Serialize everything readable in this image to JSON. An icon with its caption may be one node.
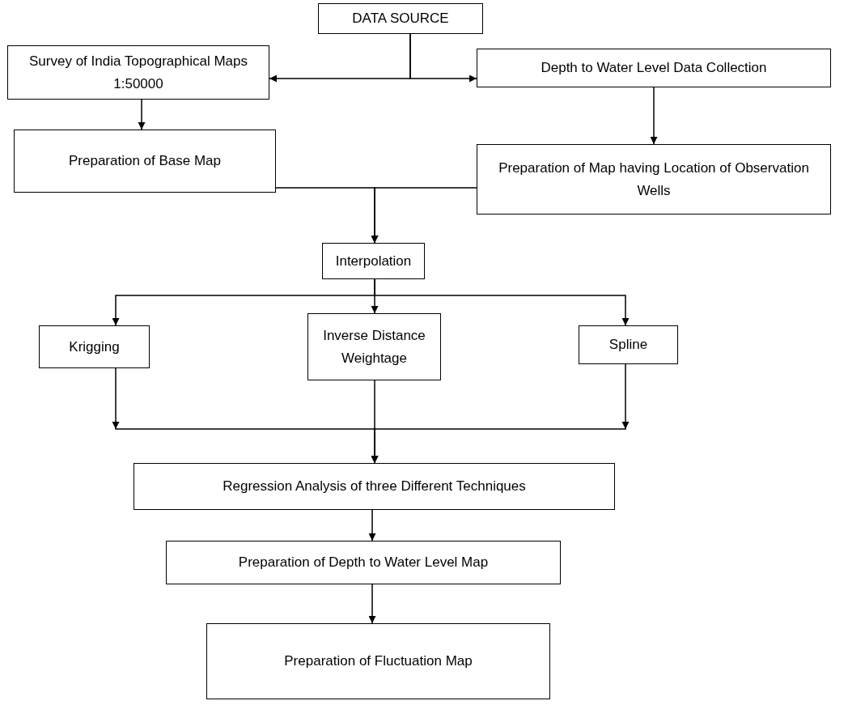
{
  "diagram": {
    "nodes": [
      {
        "text": [
          "DATA SOURCE"
        ]
      },
      {
        "text": [
          "Survey of India Topographical Maps 1:50000"
        ]
      },
      {
        "text": [
          "Depth to Water Level Data Collection"
        ]
      },
      {
        "text": [
          "Preparation of Base Map"
        ]
      },
      {
        "text": [
          "Preparation of Map having Location of Observation Wells"
        ]
      },
      {
        "text": [
          "Interpolation"
        ]
      },
      {
        "text": [
          "Krigging"
        ]
      },
      {
        "text": [
          "Inverse Distance Weightage"
        ]
      },
      {
        "text": [
          "Spline"
        ]
      },
      {
        "text": [
          "Regression Analysis of three Different Techniques"
        ]
      },
      {
        "text": [
          "Preparation of Depth to Water Level Map"
        ]
      },
      {
        "text": [
          "Preparation of Fluctuation Map"
        ]
      }
    ],
    "edges": [
      {
        "from": 0,
        "to": 1,
        "arrow": "to"
      },
      {
        "from": 0,
        "to": 2,
        "arrow": "to"
      },
      {
        "from": 1,
        "to": 3,
        "arrow": "to"
      },
      {
        "from": 2,
        "to": 4,
        "arrow": "to"
      },
      {
        "from": 3,
        "to": 5,
        "arrow": "to"
      },
      {
        "from": 4,
        "to": 5,
        "arrow": "to"
      },
      {
        "from": 5,
        "to": 6,
        "arrow": "to"
      },
      {
        "from": 5,
        "to": 7,
        "arrow": "to"
      },
      {
        "from": 5,
        "to": 8,
        "arrow": "to"
      },
      {
        "from": 6,
        "to": 9,
        "arrow": "to"
      },
      {
        "from": 7,
        "to": 9,
        "arrow": "to"
      },
      {
        "from": 8,
        "to": 9,
        "arrow": "to"
      },
      {
        "from": 9,
        "to": 10,
        "arrow": "to"
      },
      {
        "from": 10,
        "to": 11,
        "arrow": "to"
      }
    ]
  }
}
